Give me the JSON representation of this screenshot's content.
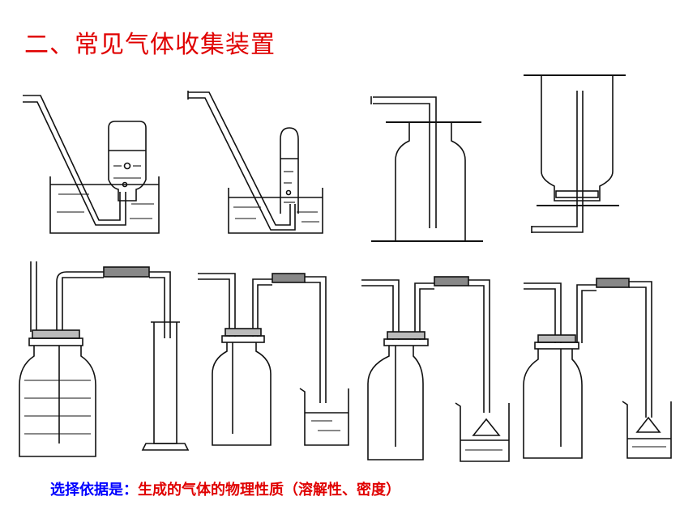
{
  "slide": {
    "title": "二、常见气体收集装置",
    "caption_lead": "选择依据是：",
    "caption_rest": "生成的气体的物理性质（溶解性、密度）"
  }
}
